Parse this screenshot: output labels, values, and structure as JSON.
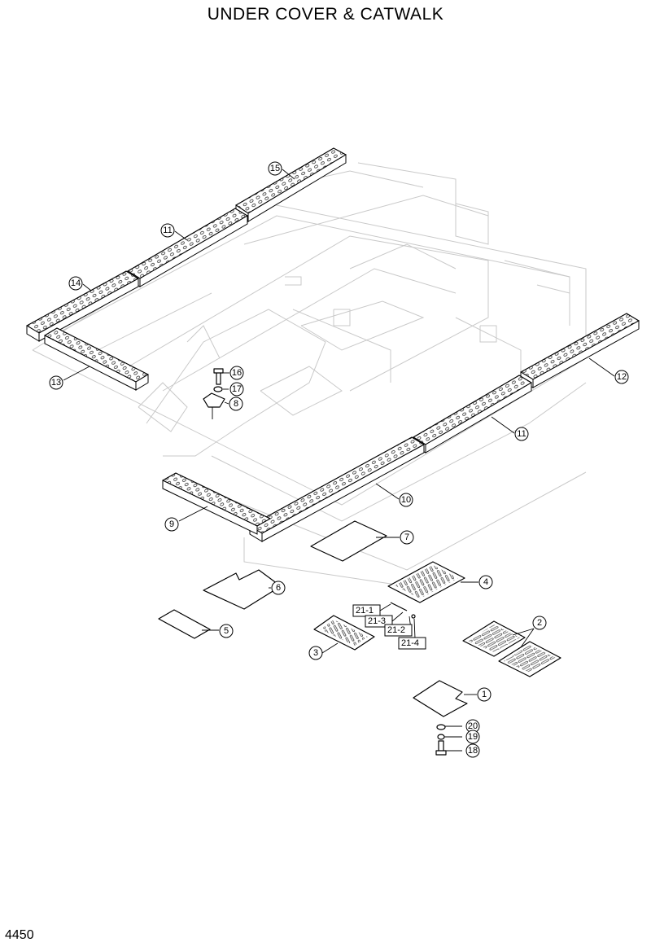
{
  "title": "UNDER COVER & CATWALK",
  "page_number": "4450",
  "callouts": [
    {
      "label": "15"
    },
    {
      "label": "11"
    },
    {
      "label": "14"
    },
    {
      "label": "13"
    },
    {
      "label": "16"
    },
    {
      "label": "17"
    },
    {
      "label": "8"
    },
    {
      "label": "12"
    },
    {
      "label": "11"
    },
    {
      "label": "10"
    },
    {
      "label": "9"
    },
    {
      "label": "7"
    },
    {
      "label": "6"
    },
    {
      "label": "5"
    },
    {
      "label": "4"
    },
    {
      "label": "3"
    },
    {
      "label": "2"
    },
    {
      "label": "1"
    },
    {
      "label": "20"
    },
    {
      "label": "19"
    },
    {
      "label": "18"
    }
  ],
  "sub_callouts": [
    {
      "label": "21-1"
    },
    {
      "label": "21-3"
    },
    {
      "label": "21-2"
    },
    {
      "label": "21-4"
    }
  ]
}
